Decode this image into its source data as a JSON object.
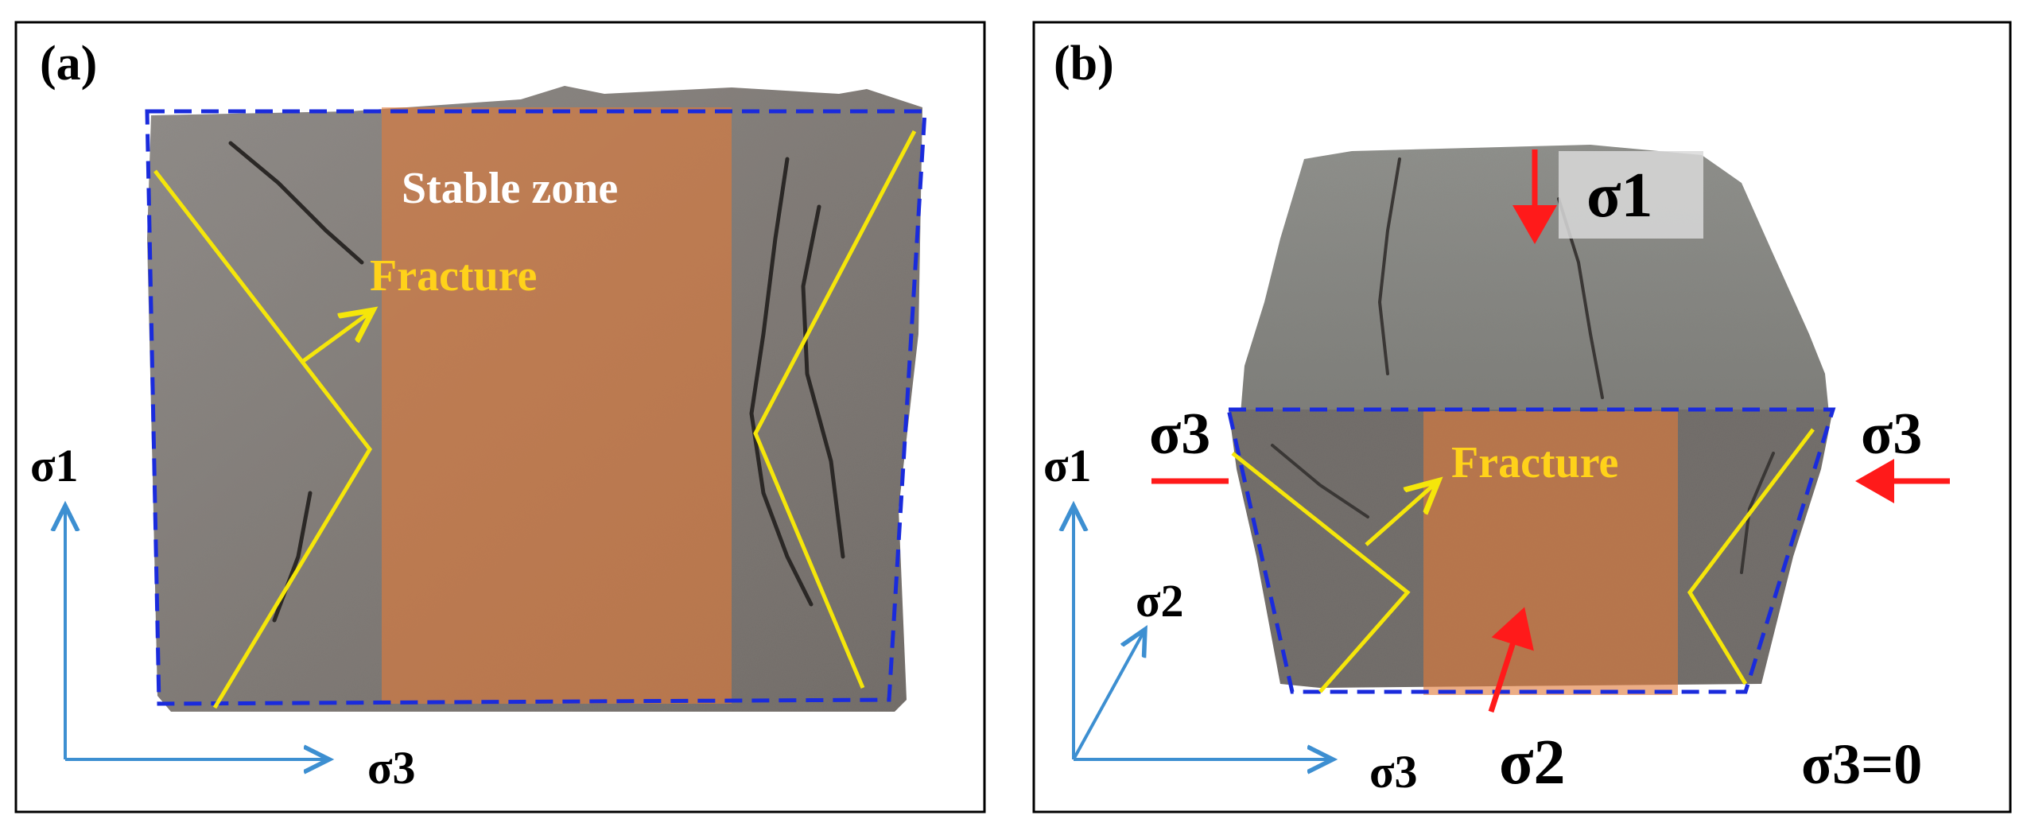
{
  "panels": [
    {
      "id": "a",
      "label": "(a)",
      "zone_label": "Stable zone",
      "fracture_label": "Fracture",
      "axes": {
        "vertical": "σ1",
        "horizontal": "σ3"
      }
    },
    {
      "id": "b",
      "label": "(b)",
      "fracture_label": "Fracture",
      "load_top": "σ1",
      "load_left": "σ3",
      "load_right": "σ3",
      "load_front": "σ2",
      "free_condition": "σ3=0",
      "axes": {
        "vertical": "σ1",
        "diagonal": "σ2",
        "horizontal": "σ3"
      }
    }
  ],
  "colors": {
    "frame": "#000000",
    "outline_dashed": "#1a2bdc",
    "fracture_line": "#f5e60a",
    "fracture_text": "#ffd21a",
    "stable_zone": "#e07a3a",
    "load_arrow": "#ff1a1a",
    "axis": "#3d8fd1",
    "rock": "#8a8580"
  }
}
